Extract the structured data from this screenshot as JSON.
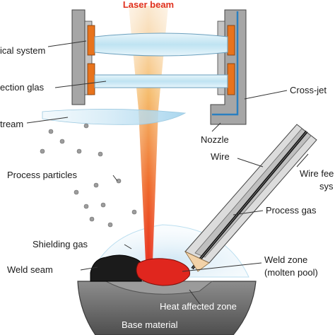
{
  "labels": {
    "laser_beam": "Laser beam",
    "optical_system": "ical system",
    "protection_glass": "ection glas",
    "gas_stream": "tream",
    "cross_jet": "Cross-jet",
    "nozzle": "Nozzle",
    "wire": "Wire",
    "wire_feed_line1": "Wire fee",
    "wire_feed_line2": "sys",
    "process_particles": "Process particles",
    "process_gas": "Process gas",
    "shielding_gas": "Shielding gas",
    "weld_seam": "Weld seam",
    "weld_zone_line1": "Weld zone",
    "weld_zone_line2": "(molten pool)",
    "heat_affected_zone": "Heat affected zone",
    "base_material": "Base material"
  },
  "colors": {
    "laser_title": "#e0301e",
    "housing_frame": "#9a9a9a",
    "lens_mount": "#e8731c",
    "glass": "#bfe3f2",
    "cross_jet_channel": "#2a7fc0",
    "molten_pool": "#e0261e",
    "weld_seam": "#1a1a1a",
    "base_material": "#6f6f6f",
    "shielding_gas": "#d8ecf7"
  }
}
